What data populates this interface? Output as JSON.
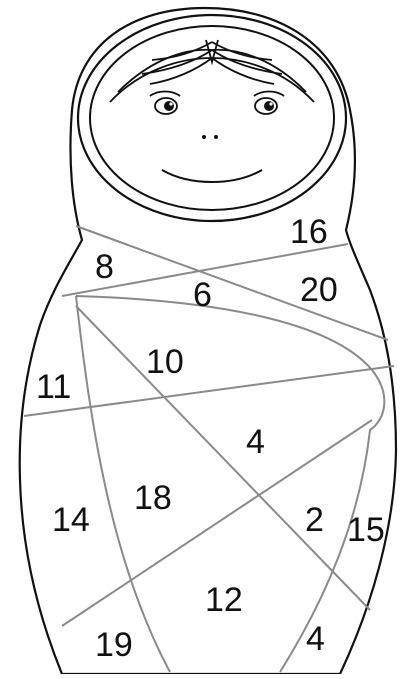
{
  "figure": {
    "subject": "matryoshka doll coloring puzzle",
    "colors": {
      "outline": "#111111",
      "divider_lines": "#8a8a8a",
      "background": "#ffffff",
      "label_text": "#111111"
    },
    "region_labels": [
      "16",
      "8",
      "6",
      "20",
      "10",
      "11",
      "4",
      "18",
      "14",
      "2",
      "15",
      "12",
      "19",
      "4"
    ]
  }
}
